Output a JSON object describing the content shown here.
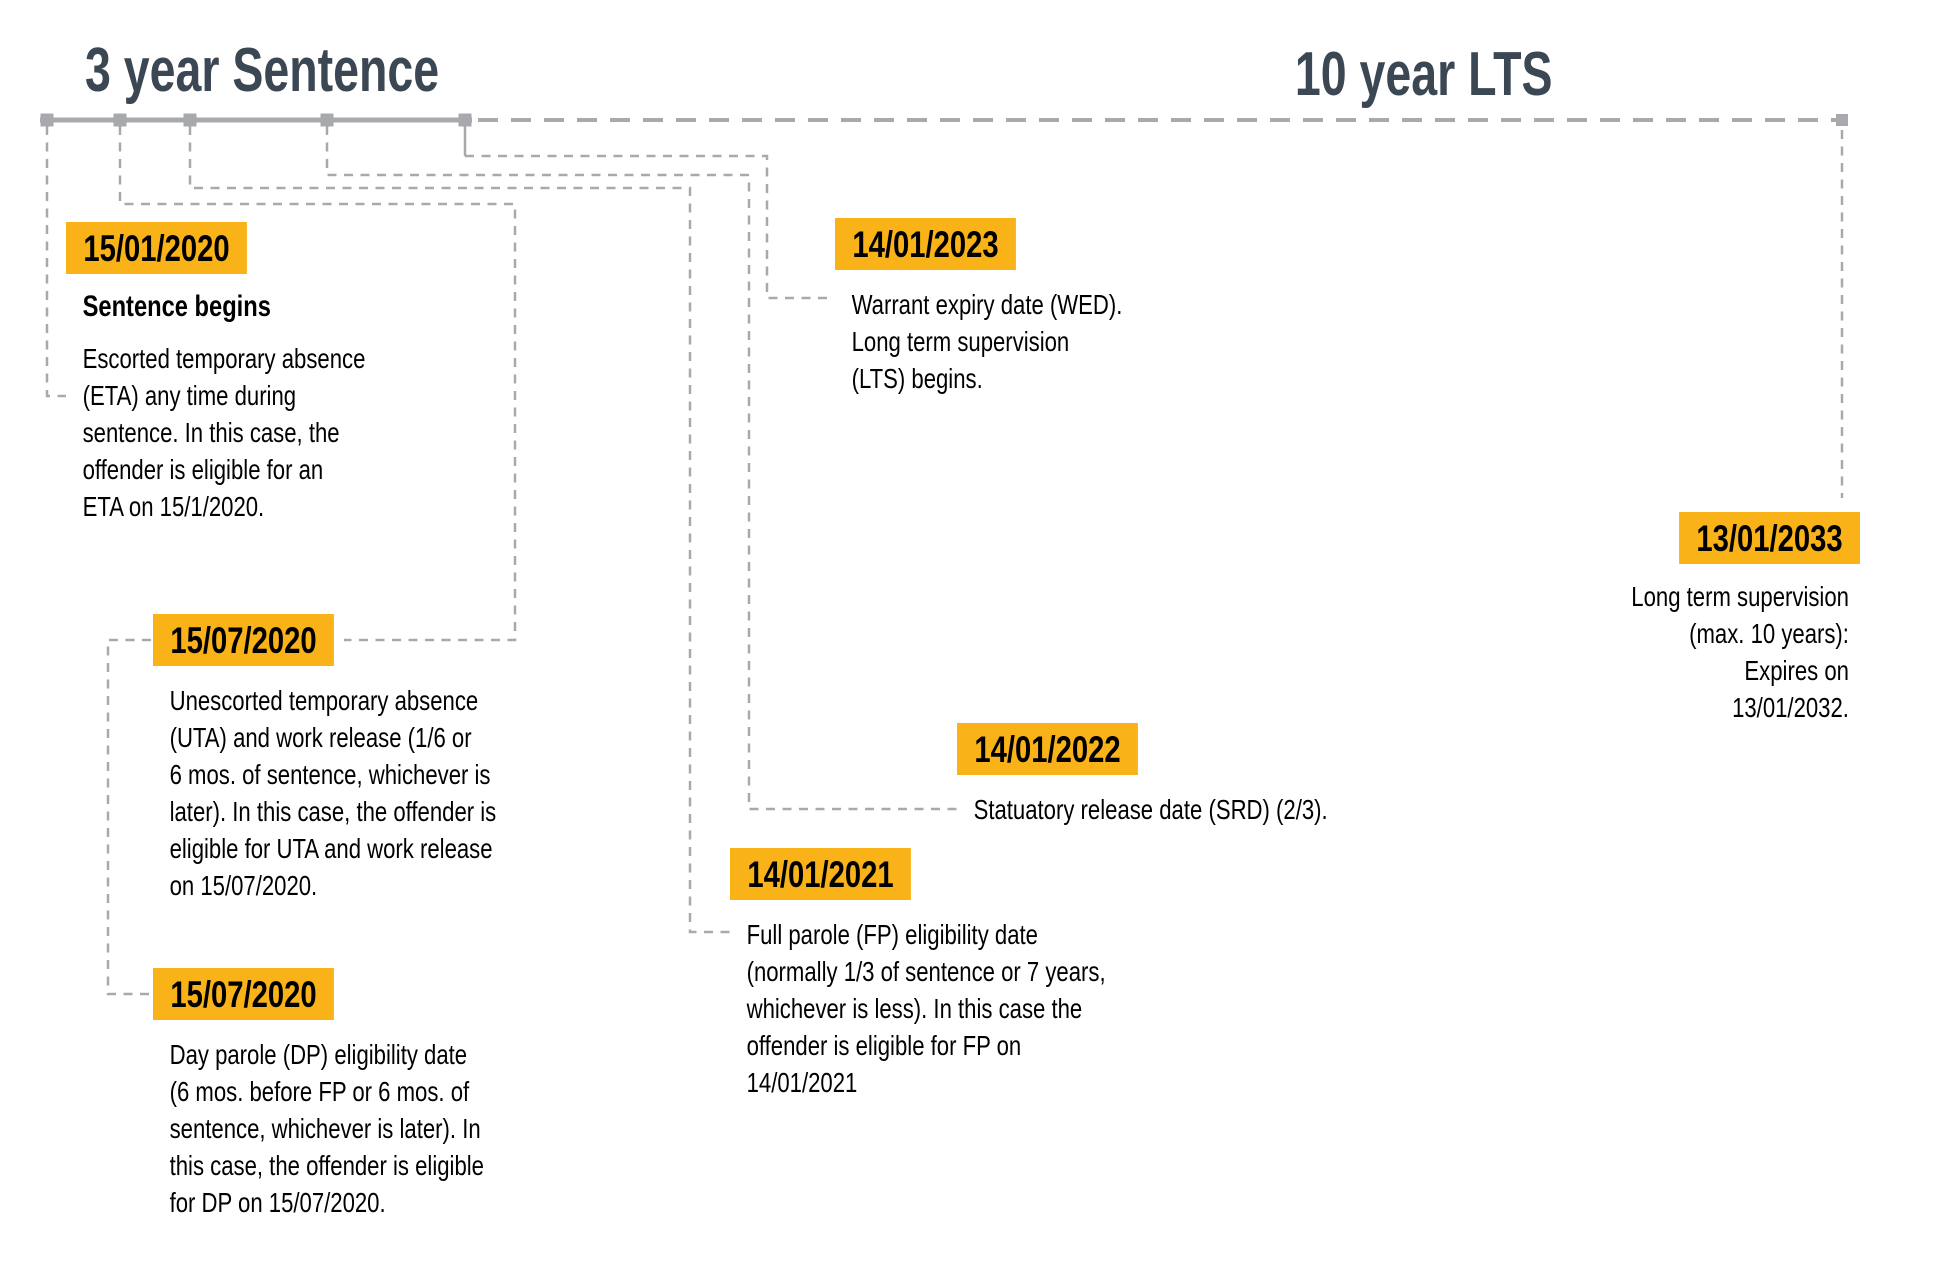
{
  "titles": {
    "sentence_label": "3 year Sentence",
    "lts_label": "10 year LTS"
  },
  "colors": {
    "accent_orange": "#f9b218",
    "title_slate": "#3b4753",
    "line_gray": "#a7a9ac"
  },
  "events": [
    {
      "id": "eta",
      "date": "15/01/2020",
      "heading": "Sentence begins",
      "body": [
        "Escorted temporary absence",
        "(ETA) any time during",
        "sentence. In this case, the",
        "offender is eligible for an",
        "ETA on 15/1/2020."
      ]
    },
    {
      "id": "uta",
      "date": "15/07/2020",
      "body": [
        "Unescorted temporary absence",
        "(UTA) and work release (1/6 or",
        "6 mos. of sentence, whichever is",
        "later). In this case, the offender is",
        "eligible for UTA and work release",
        "on 15/07/2020."
      ]
    },
    {
      "id": "dp",
      "date": "15/07/2020",
      "body": [
        "Day parole (DP) eligibility date",
        "(6 mos. before FP or 6 mos. of",
        "sentence, whichever is later). In",
        "this case, the offender is eligible",
        "for DP on 15/07/2020."
      ]
    },
    {
      "id": "wed",
      "date": "14/01/2023",
      "body": [
        "Warrant expiry date (WED).",
        "Long term supervision",
        "(LTS) begins."
      ]
    },
    {
      "id": "srd",
      "date": "14/01/2022",
      "body": [
        "Statuatory release date (SRD) (2/3)."
      ]
    },
    {
      "id": "fp",
      "date": "14/01/2021",
      "body": [
        "Full parole (FP) eligibility date",
        "(normally 1/3 of sentence or 7 years,",
        "whichever is less). In this case the",
        "offender is eligible for FP on",
        "14/01/2021"
      ]
    },
    {
      "id": "lts-expiry",
      "date": "13/01/2033",
      "body": [
        "Long term supervision",
        "(max. 10 years):",
        "Expires on",
        "13/01/2032."
      ]
    }
  ]
}
